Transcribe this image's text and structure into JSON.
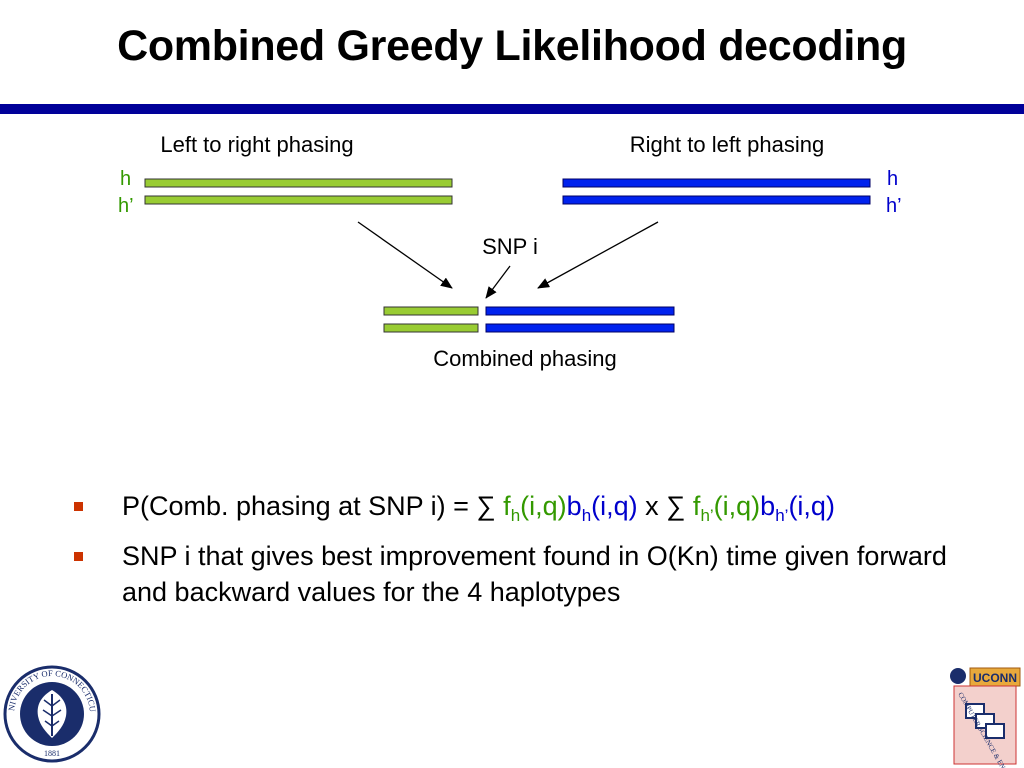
{
  "slide": {
    "title": "Combined Greedy Likelihood decoding"
  },
  "diagram": {
    "left_label": "Left to right phasing",
    "right_label": "Right to left phasing",
    "snp_label": "SNP i",
    "combined_label": "Combined phasing",
    "hap_h": "h",
    "hap_hprime": "h’"
  },
  "bullets": {
    "b1": {
      "prefix": "P(Comb. phasing at SNP i) = ∑ ",
      "f1": "f",
      "sub1": "h",
      "args1": "(i,q)",
      "b": "b",
      "sub2": "h",
      "args2": "(i,q)",
      "mid": " x ∑ ",
      "f2": "f",
      "sub3": "h’",
      "args3": "(i,q)",
      "b2": "b",
      "sub4": "h’",
      "args4": "(i,q)"
    },
    "b2": "SNP i that gives best improvement found in O(Kn) time given forward and backward values for the 4 haplotypes"
  },
  "logos": {
    "left_seal_text": "UNIVERSITY OF CONNECTICUT",
    "left_seal_year": "1881",
    "right_logo_brand": "UCONN",
    "right_logo_dept": "COMPUTER SCIENCE & ENGINEERING"
  },
  "colors": {
    "green_bar": "#99cc33",
    "blue_bar": "#0022ee",
    "rule": "#000099",
    "bullet": "#cc3300",
    "green_text": "#339900",
    "blue_text": "#0000cc"
  }
}
